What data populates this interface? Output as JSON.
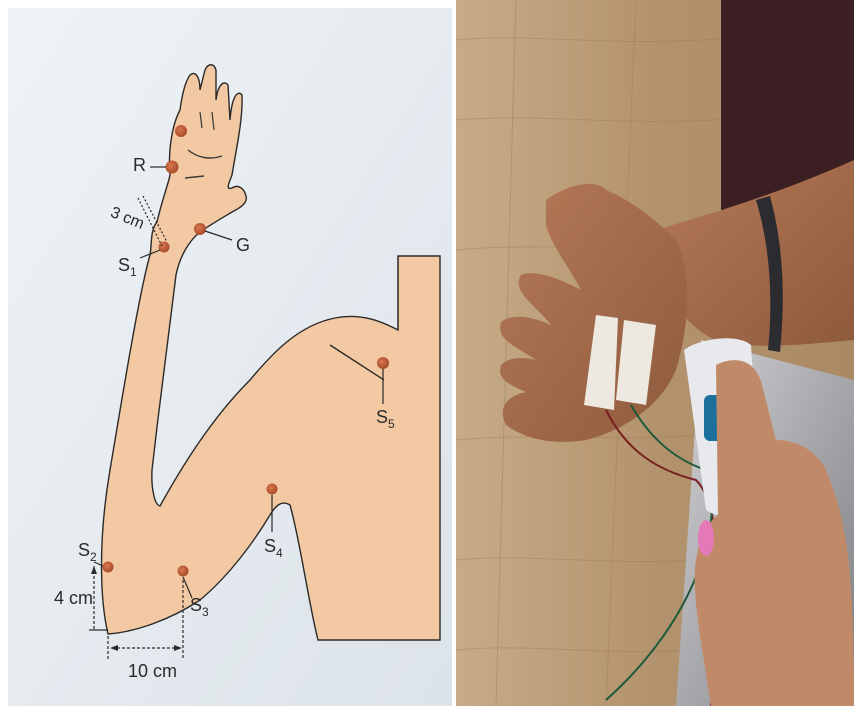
{
  "diagram": {
    "labels": {
      "R": "R",
      "G": "G",
      "S1": {
        "main": "S",
        "sub": "1"
      },
      "S2": {
        "main": "S",
        "sub": "2"
      },
      "S3": {
        "main": "S",
        "sub": "3"
      },
      "S4": {
        "main": "S",
        "sub": "4"
      },
      "S5": {
        "main": "S",
        "sub": "5"
      }
    },
    "measurements": {
      "wrist_gap": "3 cm",
      "vertical_gap": "4 cm",
      "horizontal_gap": "10 cm"
    }
  },
  "photo": {
    "content": "hand-with-electrodes"
  },
  "colors": {
    "skin_diagram": "#f0c8a2",
    "electrode": "#c0603c",
    "paper": "#e9eef2",
    "wood": "#b99a75"
  }
}
